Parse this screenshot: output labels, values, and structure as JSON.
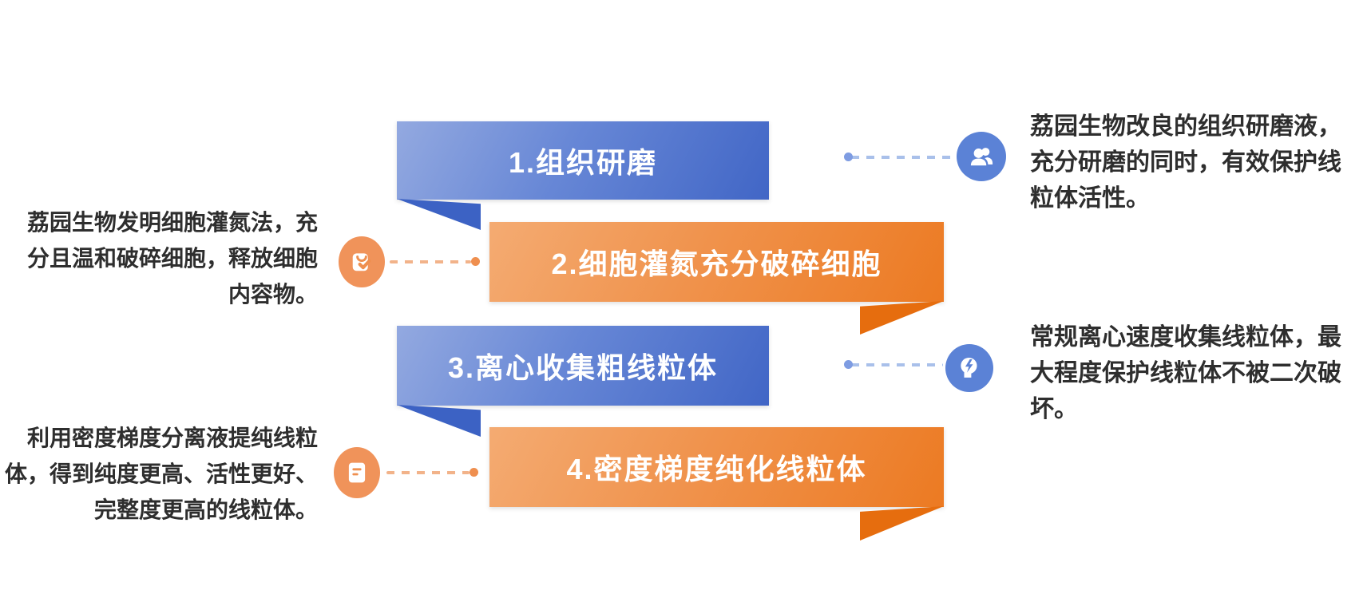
{
  "page": {
    "background": "#ffffff",
    "kind": "process-infographic",
    "language": "zh-CN"
  },
  "colors": {
    "blue_banner_start": "#93a9e0",
    "blue_banner_end": "#4166c6",
    "blue_fold": "#3c62c4",
    "blue_icon_circle": "#5b82d6",
    "blue_dash": "#a9c0ea",
    "blue_dot": "#7e9ce2",
    "orange_banner_start": "#f4ab72",
    "orange_banner_end": "#ec7a22",
    "orange_fold": "#e66d0e",
    "orange_icon_circle": "#f0935a",
    "orange_dash": "#f2b38a",
    "orange_dot": "#ef8f4f",
    "banner_text": "#ffffff",
    "note_text": "#2e2e2e"
  },
  "steps": [
    {
      "banner_label": "1.组织研磨",
      "color": "blue",
      "icon": "users-icon",
      "note_side": "right",
      "note_lines": [
        "荔园生物改良的组织研磨液，",
        "充分研磨的同时，有效保护线",
        "粒体活性。"
      ]
    },
    {
      "banner_label": "2.细胞灌氮充分破碎细胞",
      "color": "orange",
      "icon": "bag-check-icon",
      "note_side": "left",
      "note_lines": [
        "荔园生物发明细胞灌氮法，充",
        "分且温和破碎细胞，释放细胞",
        "内容物。"
      ]
    },
    {
      "banner_label": "3.离心收集粗线粒体",
      "color": "blue",
      "icon": "head-lightning-icon",
      "note_side": "right",
      "note_lines": [
        "常规离心速度收集线粒体，最",
        "大程度保护线粒体不被二次破",
        "坏。"
      ]
    },
    {
      "banner_label": "4.密度梯度纯化线粒体",
      "color": "orange",
      "icon": "clipboard-icon",
      "note_side": "left",
      "note_lines": [
        "利用密度梯度分离液提纯线粒",
        "体，得到纯度更高、活性更好、",
        "完整度更高的线粒体。"
      ]
    }
  ]
}
